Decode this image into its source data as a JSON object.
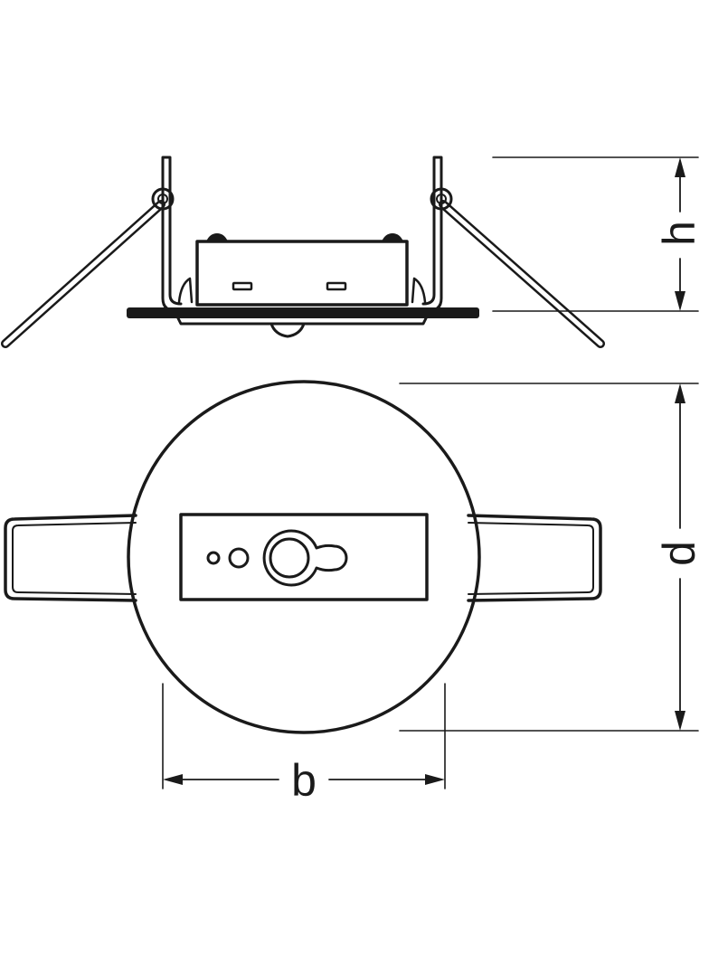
{
  "diagram": {
    "style": {
      "line_color": "#1a1a1a",
      "background": "#ffffff"
    },
    "views": {
      "side_view": {
        "dimensions": {
          "height_label": "h"
        }
      },
      "top_view": {
        "dimensions": {
          "diameter_label": "d",
          "width_label": "b"
        }
      }
    }
  }
}
